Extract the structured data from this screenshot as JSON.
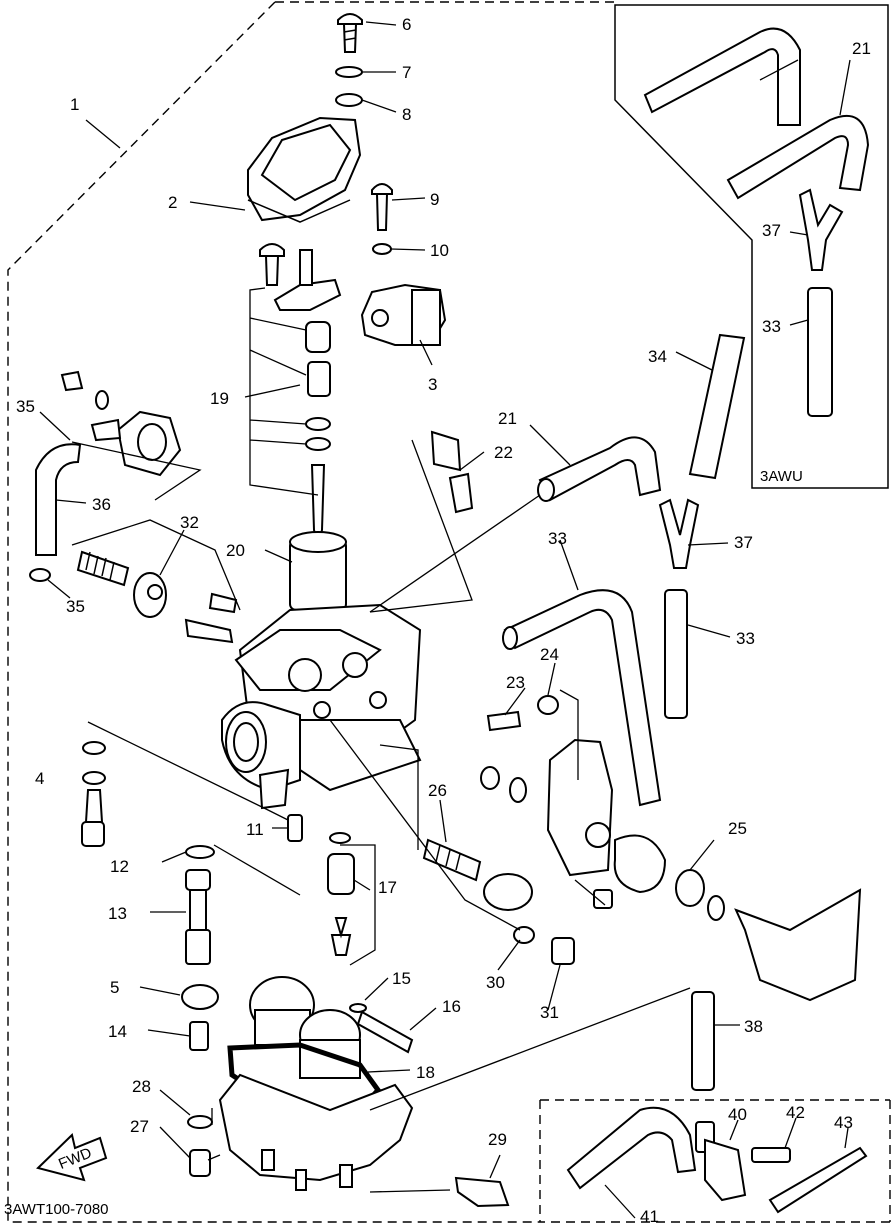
{
  "diagram_code": "3AWT100-7080",
  "variant_label": "3AWU",
  "fwd_label": "FWD",
  "callouts": [
    "1",
    "2",
    "3",
    "4",
    "5",
    "6",
    "7",
    "8",
    "9",
    "10",
    "11",
    "12",
    "13",
    "14",
    "15",
    "16",
    "17",
    "18",
    "19",
    "20",
    "21",
    "21",
    "22",
    "23",
    "24",
    "25",
    "26",
    "27",
    "28",
    "29",
    "30",
    "31",
    "32",
    "33",
    "33",
    "33",
    "34",
    "35",
    "35",
    "36",
    "37",
    "37",
    "38",
    "40",
    "41",
    "42",
    "43"
  ]
}
